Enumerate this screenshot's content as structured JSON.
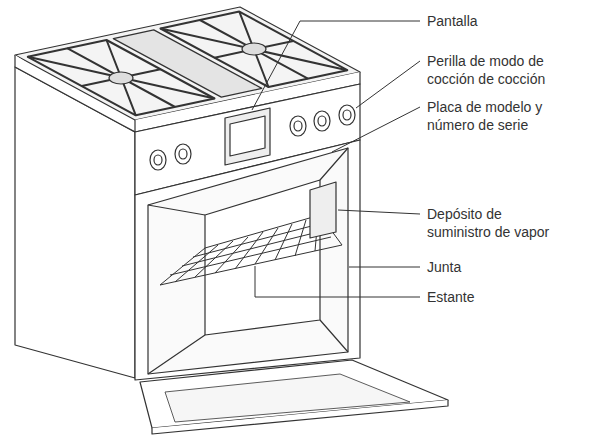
{
  "diagram": {
    "labels": [
      "Pantalla",
      "Perilla de modo de cocción de cocción",
      "Placa de modelo y número de serie",
      "Depósito de suministro de vapor",
      "Junta",
      "Estante"
    ]
  }
}
